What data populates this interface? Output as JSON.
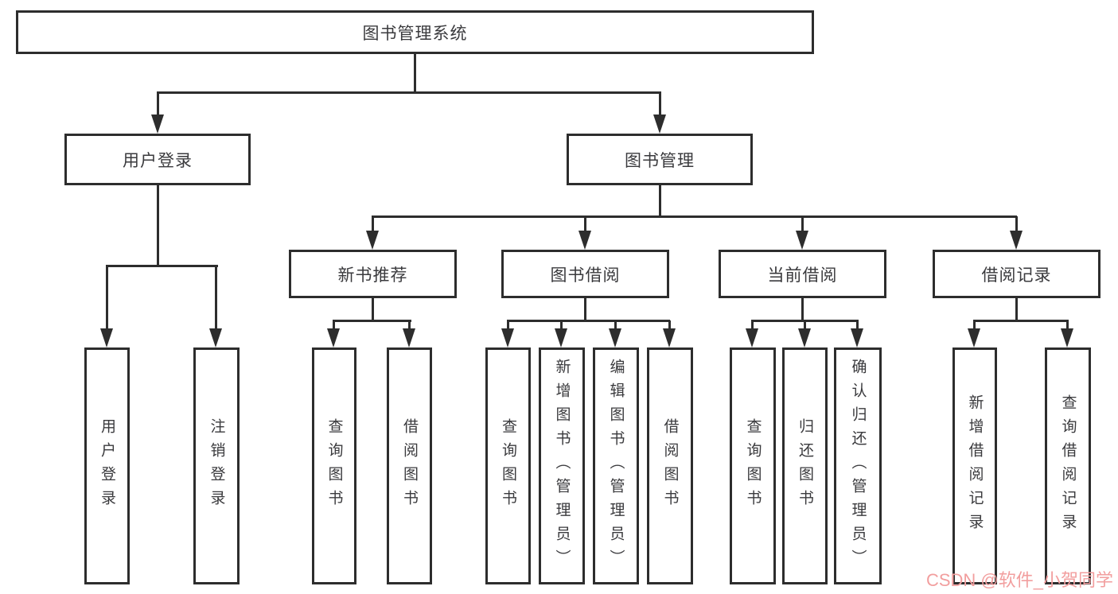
{
  "diagram": {
    "root": {
      "label": "图书管理系统"
    },
    "level2": [
      {
        "label": "用户登录"
      },
      {
        "label": "图书管理"
      }
    ],
    "level3": [
      {
        "label": "新书推荐"
      },
      {
        "label": "图书借阅"
      },
      {
        "label": "当前借阅"
      },
      {
        "label": "借阅记录"
      }
    ],
    "leaves": {
      "user_login_children": [
        {
          "label": "用户登录"
        },
        {
          "label": "注销登录"
        }
      ],
      "new_book_children": [
        {
          "label": "查询图书"
        },
        {
          "label": "借阅图书"
        }
      ],
      "book_borrow_children": [
        {
          "label": "查询图书"
        },
        {
          "label": "新增图书（管理员）"
        },
        {
          "label": "编辑图书（管理员）"
        },
        {
          "label": "借阅图书"
        }
      ],
      "current_borrow_children": [
        {
          "label": "查询图书"
        },
        {
          "label": "归还图书"
        },
        {
          "label": "确认归还（管理员）"
        }
      ],
      "borrow_record_children": [
        {
          "label": "新增借阅记录"
        },
        {
          "label": "查询借阅记录"
        }
      ]
    }
  },
  "watermark": {
    "text": "CSDN @软件_小贺同学",
    "color": "#f29e9e"
  },
  "colors": {
    "line": "#2d2d2d",
    "text": "#3a3a3d",
    "background": "#ffffff"
  }
}
